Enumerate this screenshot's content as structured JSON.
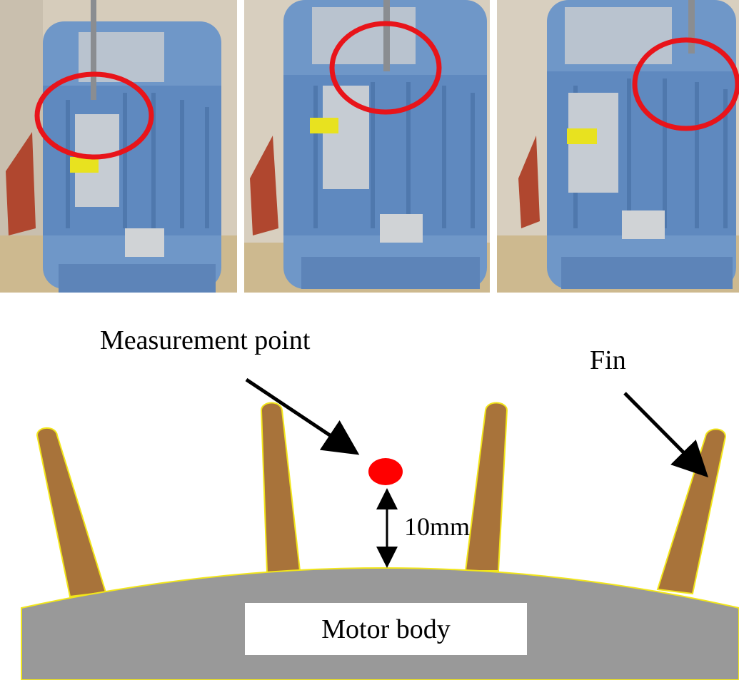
{
  "photos": [
    {
      "name": "photo-measurement-position-1"
    },
    {
      "name": "photo-measurement-position-2"
    },
    {
      "name": "photo-measurement-position-3"
    }
  ],
  "diagram": {
    "measurement_label": "Measurement point",
    "fin_label": "Fin",
    "distance_label": "10mm",
    "motor_body_label": "Motor body"
  },
  "colors": {
    "highlight_circle": "#e8141a",
    "measurement_point": "#ff0000",
    "fin": "#a8733a",
    "fin_outline": "#f2e61a",
    "motor_body": "#999999",
    "motor_paint": "#6f97c8",
    "arrow": "#000000"
  }
}
